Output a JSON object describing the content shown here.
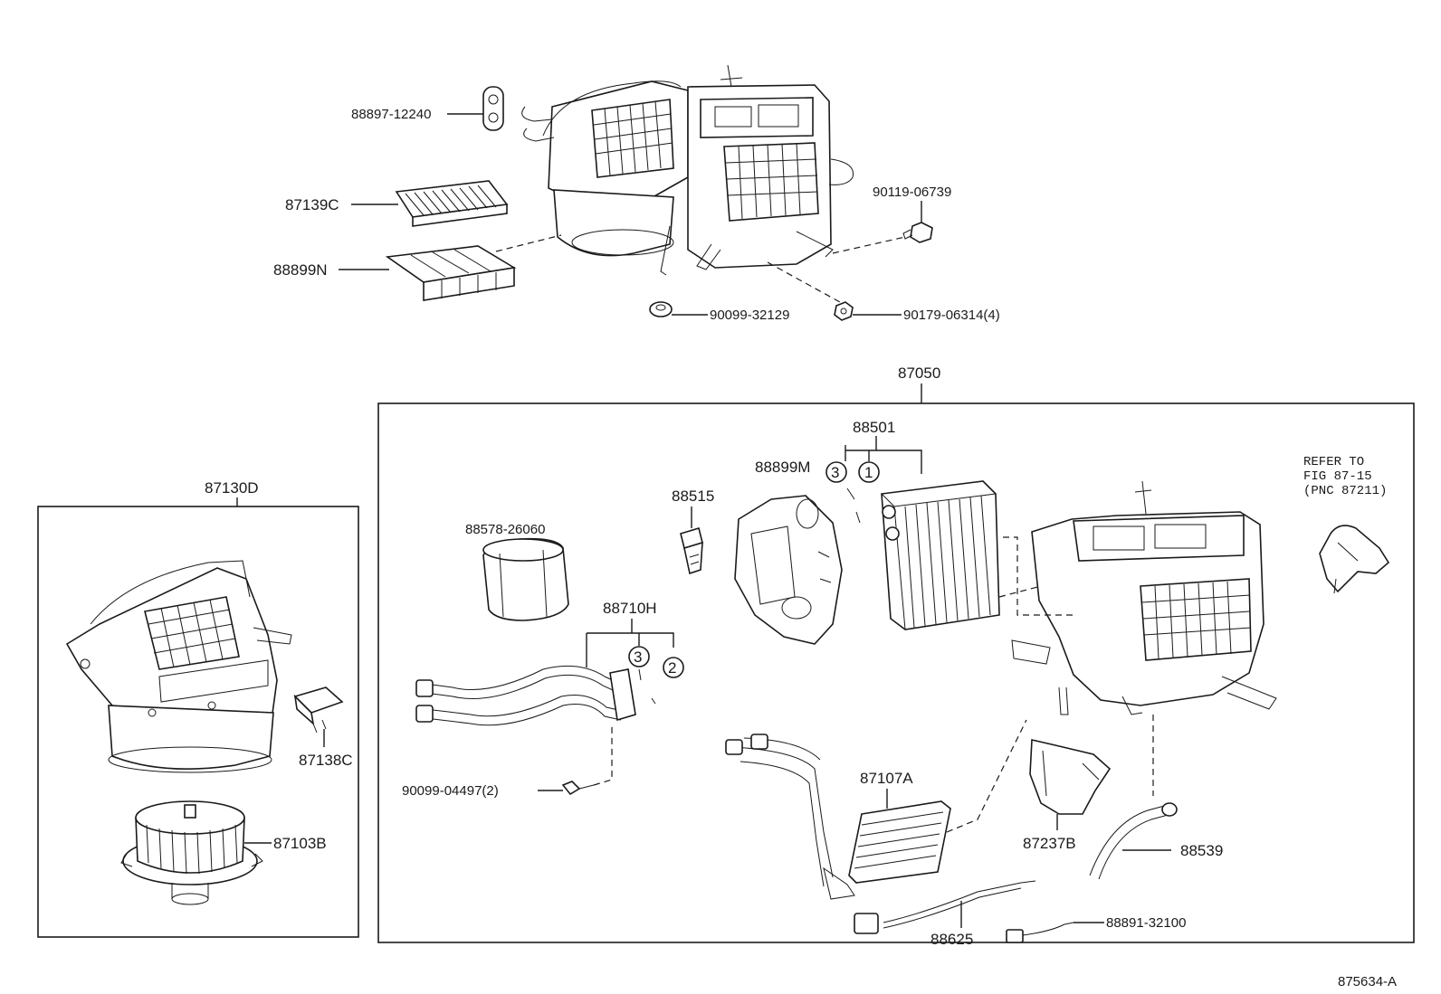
{
  "callouts": {
    "p88897": "88897-12240",
    "p87139c": "87139C",
    "p88899n": "88899N",
    "p90119": "90119-06739",
    "p90099_32129": "90099-32129",
    "p90179": "90179-06314(4)",
    "p87050": "87050",
    "p87130d": "87130D",
    "p87138c": "87138C",
    "p87103b": "87103B",
    "p88501": "88501",
    "p88899m": "88899M",
    "p88515": "88515",
    "p88578": "88578-26060",
    "p88710h": "88710H",
    "p90099_04497": "90099-04497(2)",
    "p87107a": "87107A",
    "p87237b": "87237B",
    "p88539": "88539",
    "p88625": "88625",
    "p88891": "88891-32100"
  },
  "circled_refs": {
    "three_a": "3",
    "one": "1",
    "three_b": "3",
    "two": "2"
  },
  "refer_note": {
    "line1": "REFER TO",
    "line2": "FIG 87-15",
    "line3": "(PNC 87211)"
  },
  "figure_id": "875634-A",
  "colors": {
    "ink": "#1a1a1a",
    "paper": "#ffffff"
  }
}
